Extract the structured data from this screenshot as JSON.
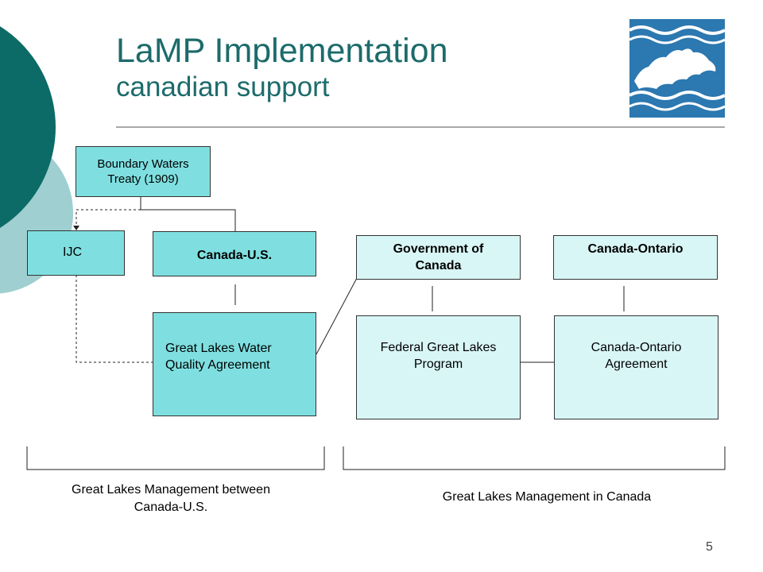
{
  "slide": {
    "title": "LaMP Implementation",
    "subtitle": "canadian support",
    "page_number": "5"
  },
  "nodes": {
    "bwt": "Boundary Waters\nTreaty (1909)",
    "ijc": "IJC",
    "canada_us": "Canada-U.S.",
    "glwqa": "Great Lakes Water\nQuality Agreement",
    "gov_canada": "Government of\nCanada",
    "canada_ontario": "Canada-Ontario",
    "fglp": "Federal Great Lakes\nProgram",
    "coa": "Canada-Ontario\nAgreement"
  },
  "groups": {
    "left_label": "Great Lakes Management between\nCanada-U.S.",
    "right_label": "Great Lakes Management in Canada"
  },
  "colors": {
    "title": "#1d6b6b",
    "circle_dark": "#0c6b66",
    "circle_light": "#9fcfd0",
    "box_dark": "#7fdfe0",
    "box_light": "#d9f6f6",
    "logo_blue": "#2c78b0"
  }
}
